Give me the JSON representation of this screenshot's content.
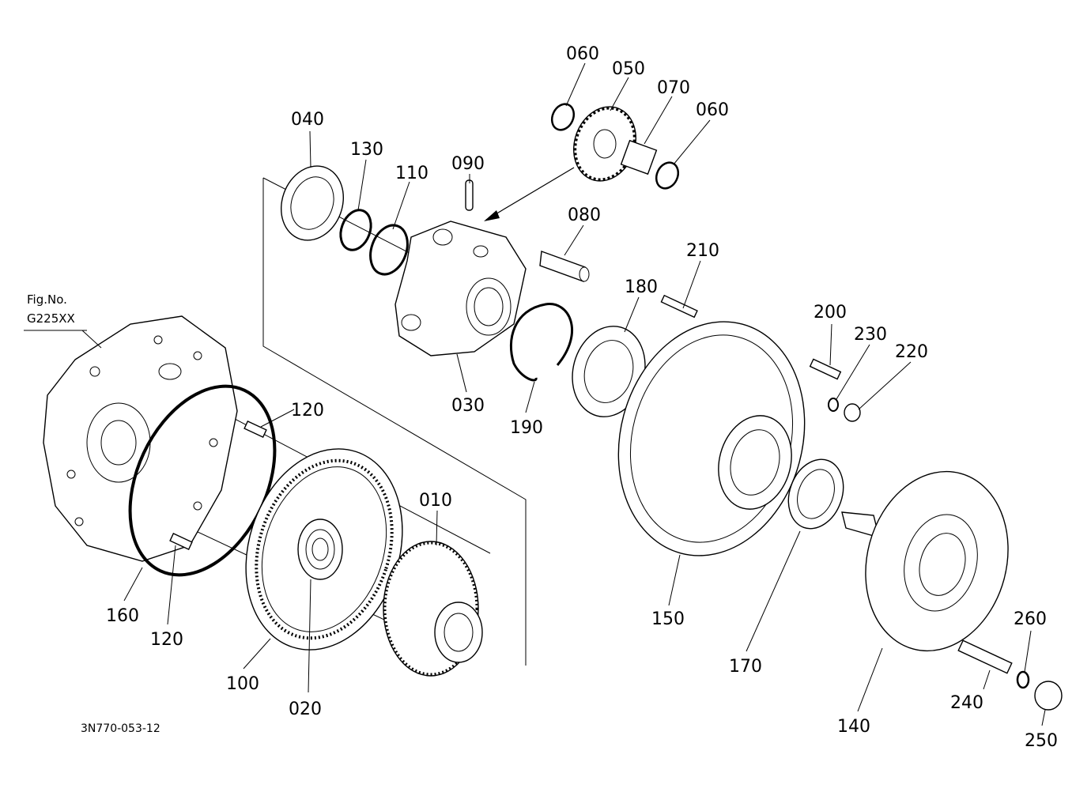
{
  "figure_ref": {
    "line1": "Fig.No.",
    "line2": "G225XX"
  },
  "drawing_code": "3N770-053-12",
  "part_labels": {
    "p060a": "060",
    "p050": "050",
    "p070": "070",
    "p060b": "060",
    "p040": "040",
    "p130": "130",
    "p110": "110",
    "p090": "090",
    "p080": "080",
    "p210": "210",
    "p180": "180",
    "p200": "200",
    "p230": "230",
    "p220": "220",
    "p030": "030",
    "p190": "190",
    "p120a": "120",
    "p010": "010",
    "p160": "160",
    "p120b": "120",
    "p100": "100",
    "p020": "020",
    "p150": "150",
    "p170": "170",
    "p140": "140",
    "p240": "240",
    "p260": "260",
    "p250": "250"
  }
}
